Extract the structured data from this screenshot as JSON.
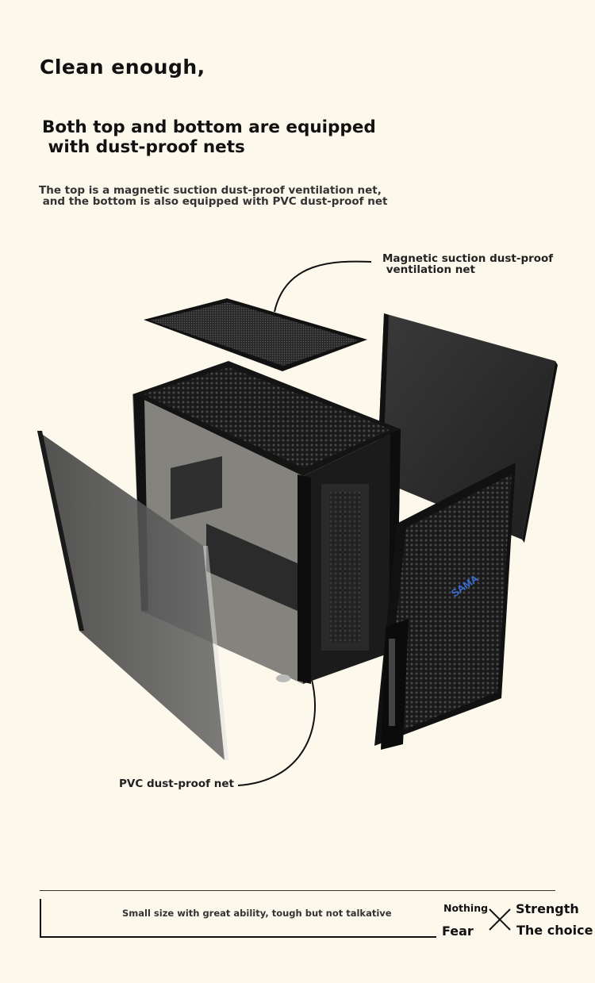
{
  "heading": "Clean enough,",
  "subheading": "Both top and bottom are equipped\n with dust-proof nets",
  "description": "The top is a magnetic suction dust-proof ventilation net,\n and the bottom is also equipped with PVC dust-proof net",
  "callouts": {
    "top_net": "Magnetic suction dust-proof\n ventilation net",
    "bottom_net": "PVC dust-proof net"
  },
  "brand_logo": "SAMA",
  "footer": {
    "tagline": "Small size with great ability, tough but not talkative",
    "word_nothing": "Nothing",
    "word_fear": "Fear",
    "word_strength": "Strength",
    "word_choice": "The choice",
    "cross_icon": "x-icon"
  },
  "colors": {
    "background": "#fcf8ec",
    "text": "#111111",
    "case_black": "#151515",
    "panel_dark": "#2a2a2a"
  }
}
